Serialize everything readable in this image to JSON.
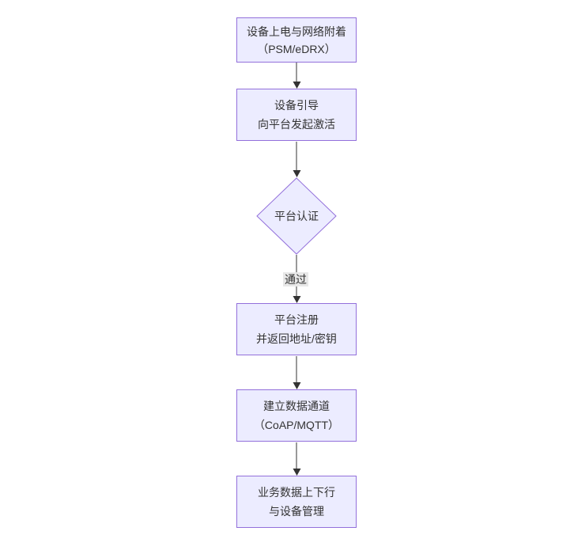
{
  "diagram": {
    "type": "flowchart",
    "direction": "top-down",
    "colors": {
      "node_fill": "#ECECFF",
      "node_border": "#9370DB",
      "arrow": "#333333",
      "edge_label_bg": "#e8e8e8",
      "text": "#333333",
      "background": "#ffffff"
    },
    "nodes": [
      {
        "id": "power-attach",
        "shape": "rect",
        "lines": [
          "设备上电与网络附着",
          "（PSM/eDRX）"
        ]
      },
      {
        "id": "bootstrap",
        "shape": "rect",
        "lines": [
          "设备引导",
          "向平台发起激活"
        ]
      },
      {
        "id": "platform-auth",
        "shape": "diamond",
        "lines": [
          "平台认证"
        ]
      },
      {
        "id": "platform-register",
        "shape": "rect",
        "lines": [
          "平台注册",
          "并返回地址/密钥"
        ]
      },
      {
        "id": "data-channel",
        "shape": "rect",
        "lines": [
          "建立数据通道",
          "（CoAP/MQTT）"
        ]
      },
      {
        "id": "business-data",
        "shape": "rect",
        "lines": [
          "业务数据上下行",
          "与设备管理"
        ]
      }
    ],
    "edges": [
      {
        "from": "power-attach",
        "to": "bootstrap",
        "label": ""
      },
      {
        "from": "bootstrap",
        "to": "platform-auth",
        "label": ""
      },
      {
        "from": "platform-auth",
        "to": "platform-register",
        "label": "通过"
      },
      {
        "from": "platform-register",
        "to": "data-channel",
        "label": ""
      },
      {
        "from": "data-channel",
        "to": "business-data",
        "label": ""
      }
    ]
  }
}
